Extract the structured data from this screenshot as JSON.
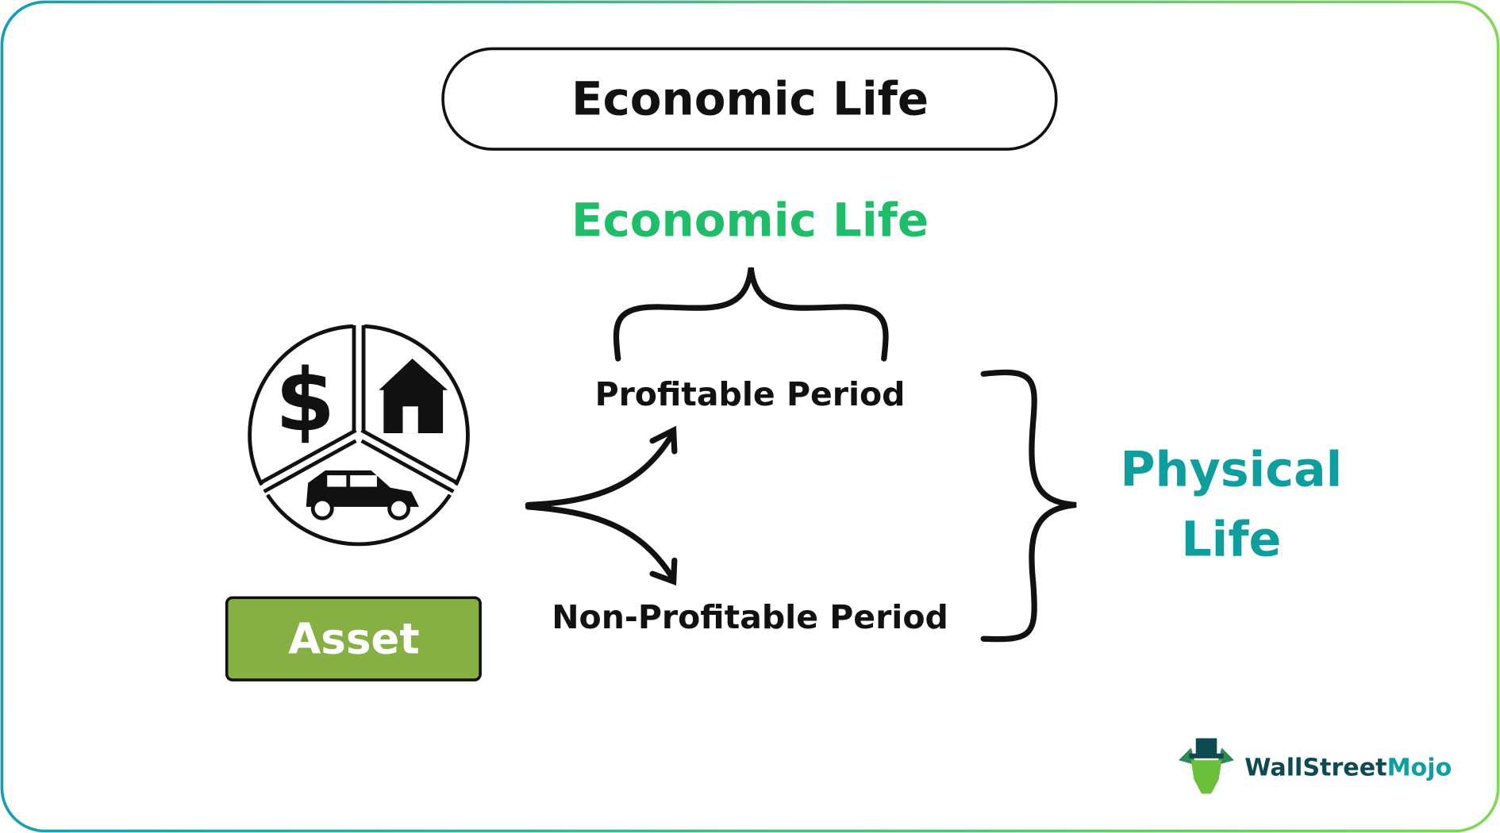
{
  "title": "Economic Life",
  "economic_life_label": "Economic Life",
  "profitable_period": "Profitable Period",
  "non_profitable_period": "Non-Profitable Period",
  "physical_life": {
    "line1": "Physical",
    "line2": "Life"
  },
  "asset_label": "Asset",
  "logo": {
    "part1": "WallStreet",
    "part2": "Mojo"
  },
  "colors": {
    "green": "#1dbd6a",
    "teal": "#0f9e9e",
    "asset": "#86b043",
    "logo_dark": "#0d4a52",
    "logo_teal": "#0aa0a5"
  }
}
